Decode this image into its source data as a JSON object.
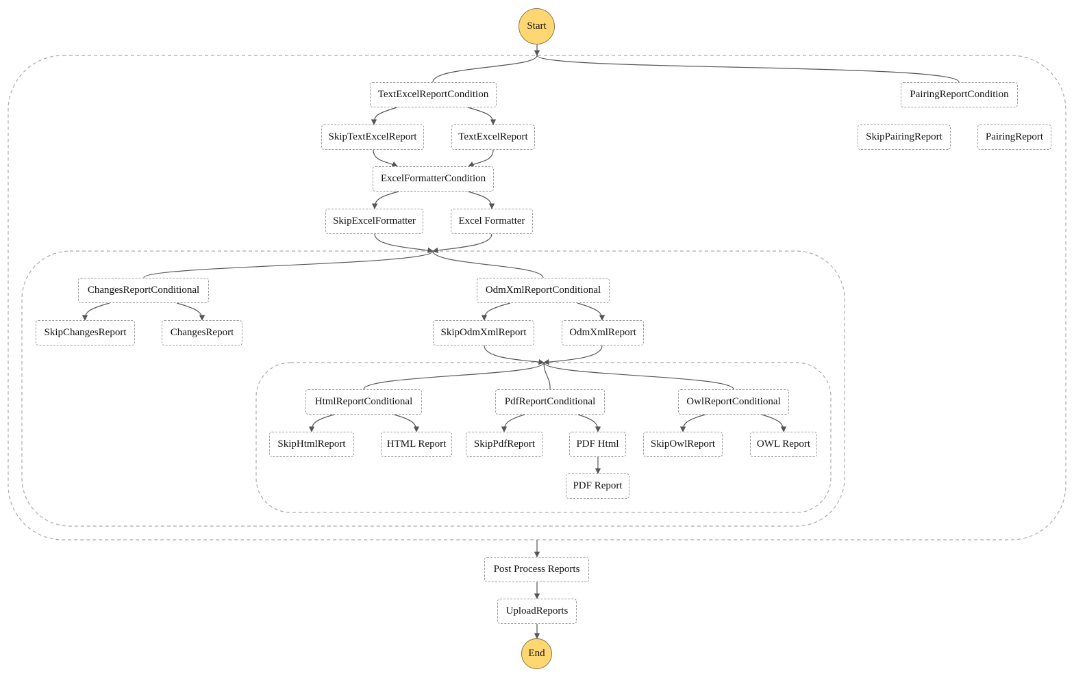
{
  "colors": {
    "terminal_fill": "#FFD772",
    "edge": "#555555",
    "node_border": "#9A9A9A",
    "group_border": "#AAAAAA"
  },
  "start": {
    "label": "Start"
  },
  "end": {
    "label": "End"
  },
  "parallel_main": {
    "branch_text_excel": {
      "condition": "TextExcelReportCondition",
      "skip": "SkipTextExcelReport",
      "run": "TextExcelReport",
      "formatter_condition": "ExcelFormatterCondition",
      "formatter_skip": "SkipExcelFormatter",
      "formatter_run": "Excel Formatter",
      "parallel_reports": {
        "changes": {
          "condition": "ChangesReportConditional",
          "skip": "SkipChangesReport",
          "run": "ChangesReport"
        },
        "odm_xml": {
          "condition": "OdmXmlReportConditional",
          "skip": "SkipOdmXmlReport",
          "run": "OdmXmlReport",
          "parallel_docs": {
            "html": {
              "condition": "HtmlReportConditional",
              "skip": "SkipHtmlReport",
              "run": "HTML Report"
            },
            "pdf": {
              "condition": "PdfReportConditional",
              "skip": "SkipPdfReport",
              "run_html": "PDF Html",
              "run_report": "PDF Report"
            },
            "owl": {
              "condition": "OwlReportConditional",
              "skip": "SkipOwlReport",
              "run": "OWL Report"
            }
          }
        }
      }
    },
    "branch_pairing": {
      "condition": "PairingReportCondition",
      "skip": "SkipPairingReport",
      "run": "PairingReport"
    }
  },
  "post_process": {
    "label": "Post Process Reports"
  },
  "upload": {
    "label": "UploadReports"
  }
}
